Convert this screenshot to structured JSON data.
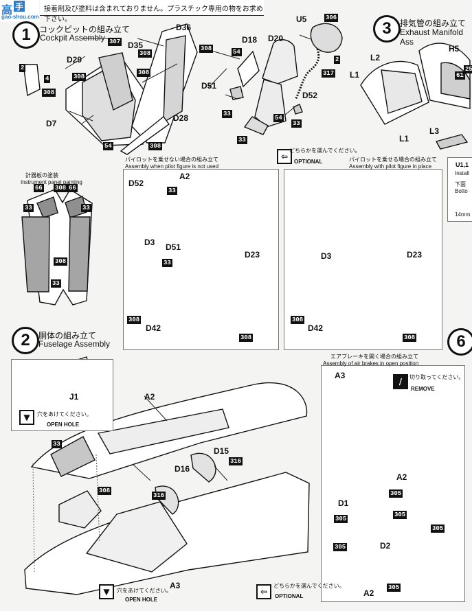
{
  "banner": {
    "text": "接着剤及び塗料は含まれておりません。プラスチック専用の物をお求め下さい。"
  },
  "site_logo": {
    "text": "gao-shou.com"
  },
  "steps": [
    {
      "num": "1",
      "jp": "コックピットの組み立て",
      "en": "Cockpit Assembly"
    },
    {
      "num": "2",
      "jp": "胴体の組み立て",
      "en": "Fuselage Assembly"
    },
    {
      "num": "3",
      "jp": "排気管の組み立て",
      "en": "Exhaust Manifold Ass"
    },
    {
      "num": "6"
    }
  ],
  "instrument": {
    "jp": "計器板の塗装",
    "en": "Instrument panel painting"
  },
  "optional": {
    "jp": "どちらかを選んでください。",
    "en": "OPTIONAL"
  },
  "assembly_no_pilot": {
    "jp": "パイロットを乗せない場合の組み立て",
    "en": "Assembly when pilot figure is not used"
  },
  "assembly_pilot": {
    "jp": "パイロットを乗せる場合の組み立て",
    "en": "Assembly with pilot figure in place"
  },
  "open_hole": {
    "jp": "穴をあけてください。",
    "en": "OPEN HOLE"
  },
  "air_brake": {
    "jp": "エアブレーキを開く場合の組み立て",
    "en": "Assembly of air brakes in open position"
  },
  "remove": {
    "jp": "切り取ってください。",
    "en": "REMOVE"
  },
  "u_note": {
    "title": "U1,1",
    "a": "Install",
    "b": "下面",
    "c": "Botto",
    "d": "14mm"
  },
  "parts": {
    "d36": "D36",
    "d35": "D35",
    "d29": "D29",
    "d7": "D7",
    "d28": "D28",
    "d18": "D18",
    "d20": "D20",
    "d51": "D51",
    "d52": "D52",
    "u5": "U5",
    "a2": "A2",
    "a3": "A3",
    "d3": "D3",
    "d23": "D23",
    "d42": "D42",
    "j1": "J1",
    "d15": "D15",
    "d16": "D16",
    "d1": "D1",
    "d2": "D2",
    "h5": "H5",
    "l1": "L1",
    "l2": "L2",
    "l3": "L3"
  },
  "colors": {
    "c306": "306",
    "c307": "307",
    "c308": "308",
    "c54": "54",
    "c33": "33",
    "c317": "317",
    "c2": "2",
    "c4": "4",
    "c66": "66",
    "c305": "305",
    "c316": "316",
    "c61": "61",
    "c25": "25"
  }
}
